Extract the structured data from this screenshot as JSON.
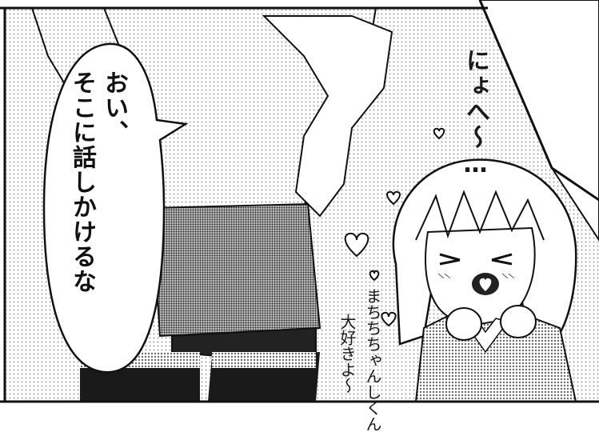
{
  "panel": {
    "speech_bubble": {
      "lines": [
        "おい、",
        "そこに話しかけるな"
      ]
    },
    "sfx": {
      "nyo": "にょへ〜…"
    },
    "mutter": {
      "line1": "まちちちゃんしくん",
      "line2": "大好きよ〜"
    }
  },
  "colors": {
    "ink": "#111111",
    "paper": "#ffffff",
    "screentone_light": "#e6e6e6",
    "screentone_dark": "#7a7a7a"
  },
  "icons": [
    "heart-icon"
  ]
}
